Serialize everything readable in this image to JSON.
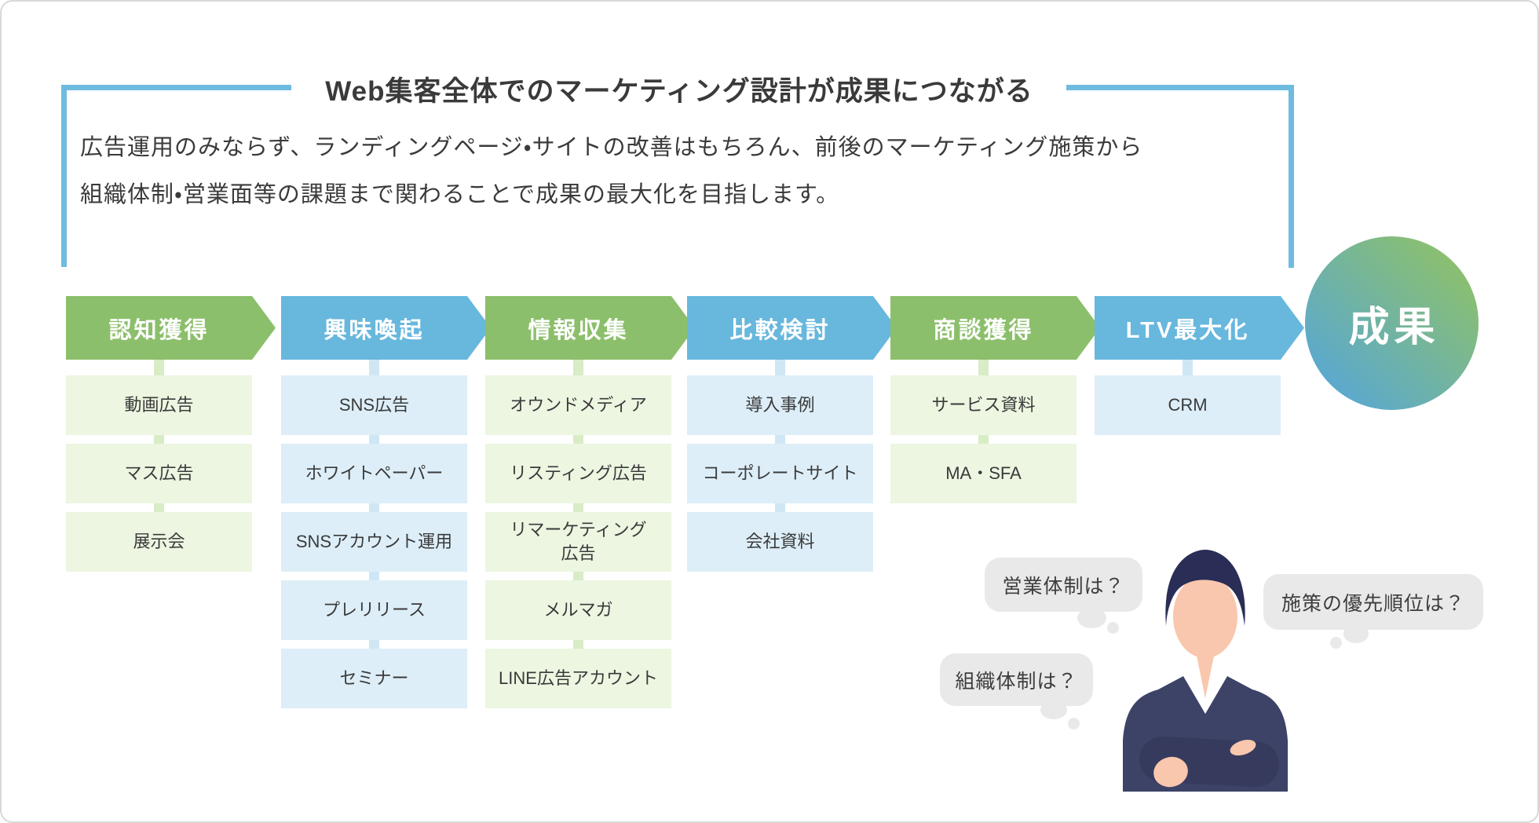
{
  "page": {
    "title": "Web集客全体でのマーケティング設計が成果につながる",
    "description_lines": [
      "広告運用のみならず、ランディングページ・サイトの改善はもちろん、前後のマーケティング施策から",
      "組織体制・営業面等の課題まで関わることで成果の最大化を目指します。"
    ]
  },
  "funnel": {
    "stages": [
      {
        "label": "認知獲得",
        "color": "green",
        "items": [
          "動画広告",
          "マス広告",
          "展示会"
        ]
      },
      {
        "label": "興味喚起",
        "color": "blue",
        "items": [
          "SNS広告",
          "ホワイトペーパー",
          "SNSアカウント運用",
          "プレリリース",
          "セミナー"
        ]
      },
      {
        "label": "情報収集",
        "color": "green",
        "items": [
          "オウンドメディア",
          "リスティング広告",
          "リマーケティング\n広告",
          "メルマガ",
          "LINE広告アカウント"
        ]
      },
      {
        "label": "比較検討",
        "color": "blue",
        "items": [
          "導入事例",
          "コーポレートサイト",
          "会社資料"
        ]
      },
      {
        "label": "商談獲得",
        "color": "green",
        "items": [
          "サービス資料",
          "MA・SFA"
        ]
      },
      {
        "label": "LTV最大化",
        "color": "blue",
        "items": [
          "CRM"
        ]
      }
    ],
    "result_label": "成果"
  },
  "thought_bubbles": [
    {
      "text": "営業体制は？"
    },
    {
      "text": "組織体制は？"
    },
    {
      "text": "施策の優先順位は？"
    }
  ],
  "colors": {
    "arrow_green": "#8cbf6b",
    "arrow_blue": "#68b7dd",
    "box_green": "#ecf6e1",
    "box_blue": "#ddeef8",
    "connector_green": "#d8ecc5",
    "connector_blue": "#cfe7f4",
    "bracket_blue": "#6fbbdf",
    "text_dark": "#3a3a3a",
    "bubble_gray": "#e9e9e9",
    "circle_gradient_start": "#57a7d6",
    "circle_gradient_end": "#8cc06d",
    "border_gray": "#d9d9d9",
    "person_suit": "#3d4267",
    "person_suit_shade": "#363b5e",
    "person_hair": "#2a2d55",
    "person_skin": "#f9c7ad",
    "shirt_white": "#ffffff"
  }
}
